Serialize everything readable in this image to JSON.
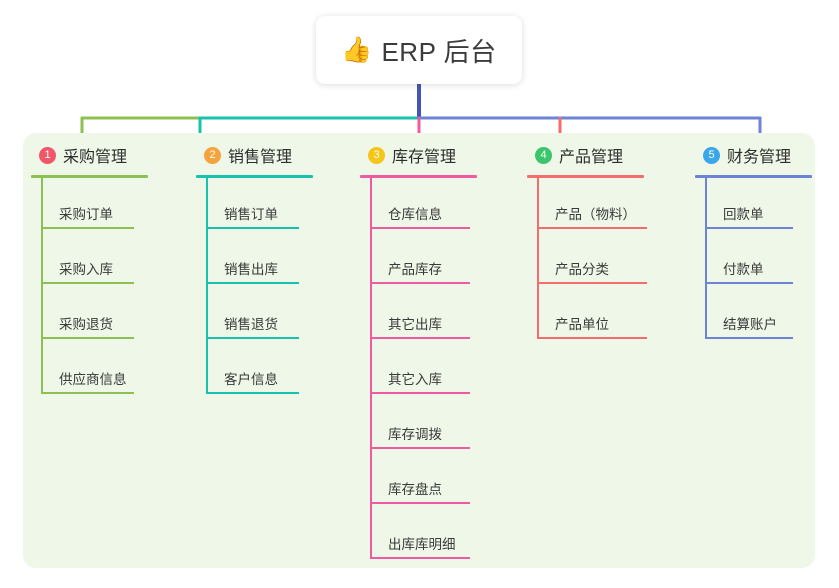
{
  "root": {
    "icon": "thumbs-up-icon",
    "icon_glyph": "👍",
    "title": "ERP 后台"
  },
  "palette": {
    "page_background": "#ffffff",
    "panel_background": "#eef7e8",
    "root_stem": "#4355b9",
    "green": "#8cc152",
    "teal": "#17c3ac",
    "pink": "#ef5ba1",
    "red": "#f46d6d",
    "blue": "#6d83d6",
    "badge_1": "#f0586a",
    "badge_2": "#f5a33c",
    "badge_3": "#f5c518",
    "badge_4": "#3cc66b",
    "badge_5": "#3aa7e8"
  },
  "columns": [
    {
      "index": "1",
      "title": "采购管理",
      "badge_color": "#f0586a",
      "line_color": "#8cc152",
      "items": [
        "采购订单",
        "采购入库",
        "采购退货",
        "供应商信息"
      ]
    },
    {
      "index": "2",
      "title": "销售管理",
      "badge_color": "#f5a33c",
      "line_color": "#17c3ac",
      "items": [
        "销售订单",
        "销售出库",
        "销售退货",
        "客户信息"
      ]
    },
    {
      "index": "3",
      "title": "库存管理",
      "badge_color": "#f5c518",
      "line_color": "#ef5ba1",
      "items": [
        "仓库信息",
        "产品库存",
        "其它出库",
        "其它入库",
        "库存调拨",
        "库存盘点",
        "出库库明细"
      ]
    },
    {
      "index": "4",
      "title": "产品管理",
      "badge_color": "#3cc66b",
      "line_color": "#f46d6d",
      "items": [
        "产品（物料）",
        "产品分类",
        "产品单位"
      ]
    },
    {
      "index": "5",
      "title": "财务管理",
      "badge_color": "#3aa7e8",
      "line_color": "#6d83d6",
      "items": [
        "回款单",
        "付款单",
        "结算账户"
      ]
    }
  ]
}
